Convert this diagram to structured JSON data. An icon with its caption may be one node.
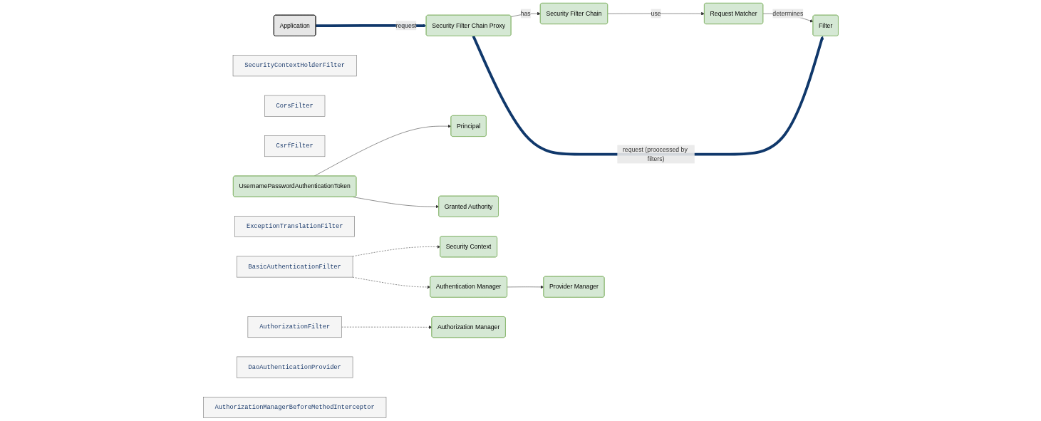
{
  "diagram": {
    "nodes": [
      {
        "text": [
          "Application"
        ]
      },
      {
        "text": [
          "Security Filter Chain Proxy"
        ]
      },
      {
        "text": [
          "Security Filter Chain"
        ]
      },
      {
        "text": [
          "Request Matcher"
        ]
      },
      {
        "text": [
          "Filter"
        ]
      },
      {
        "text": [
          "SecurityContextHolderFilter"
        ]
      },
      {
        "text": [
          "CorsFilter"
        ]
      },
      {
        "text": [
          "CsrfFilter"
        ]
      },
      {
        "text": [
          "BasicAuthenticationFilter"
        ]
      },
      {
        "text": [
          "ExceptionTranslationFilter"
        ]
      },
      {
        "text": [
          "AuthorizationFilter"
        ]
      },
      {
        "text": [
          "Principal"
        ]
      },
      {
        "text": [
          "Granted Authority"
        ]
      },
      {
        "text": [
          "UsernamePasswordAuthenticationToken"
        ]
      },
      {
        "text": [
          "Security Context"
        ]
      },
      {
        "text": [
          "Authentication Manager"
        ]
      },
      {
        "text": [
          "Provider Manager"
        ]
      },
      {
        "text": [
          "DaoAuthenticationProvider"
        ]
      },
      {
        "text": [
          "Authorization Manager"
        ]
      },
      {
        "text": [
          "AuthorizationManagerBeforeMethodInterceptor"
        ]
      }
    ],
    "edges": [
      {
        "from": 0,
        "to": 1,
        "arrow": "to",
        "label": "request",
        "style": "thick",
        "color": "#10386b"
      },
      {
        "from": 1,
        "to": 2,
        "arrow": "to",
        "label": "has"
      },
      {
        "from": 1,
        "to": 4,
        "arrow": "to",
        "label": "request (proocessed by filters)",
        "style": "thick",
        "color": "#10386b"
      },
      {
        "from": 2,
        "to": 3,
        "arrow": "to",
        "label": "use"
      },
      {
        "from": 3,
        "to": 4,
        "arrow": "to",
        "label": "determines"
      },
      {
        "from": 13,
        "to": 11,
        "arrow": "to"
      },
      {
        "from": 13,
        "to": 12,
        "arrow": "to"
      },
      {
        "from": 8,
        "to": 14,
        "arrow": "to",
        "style": "dashed"
      },
      {
        "from": 8,
        "to": 15,
        "arrow": "to",
        "style": "dashed"
      },
      {
        "from": 10,
        "to": 18,
        "arrow": "to",
        "style": "dashed"
      },
      {
        "from": 15,
        "to": 16,
        "arrow": "to"
      }
    ]
  }
}
